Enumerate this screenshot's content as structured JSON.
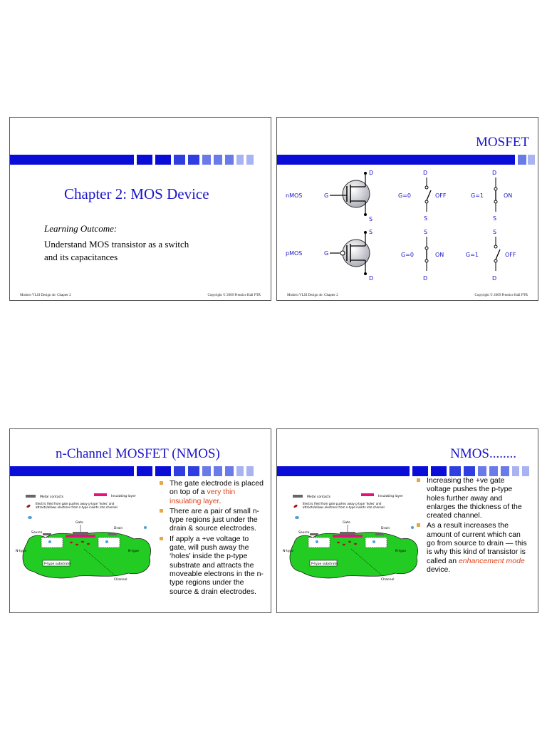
{
  "slides": [
    {
      "title": "Chapter 2: MOS Device",
      "learning_heading": "Learning Outcome:",
      "learning_line1": "Understand MOS transistor as a switch",
      "learning_line2": "and its capacitances",
      "footer_left": "Modern VLSI Design 4e: Chapter 2",
      "footer_right": "Copyright © 2009 Prentice Hall PTR"
    },
    {
      "title": "MOSFET",
      "labels": {
        "nmos": "nMOS",
        "pmos": "pMOS",
        "g": "G",
        "d": "D",
        "s": "S",
        "g0": "G=0",
        "g1": "G=1",
        "off": "OFF",
        "on": "ON"
      },
      "footer_left": "Modern VLSI Design 4e: Chapter 2",
      "footer_right": "Copyright © 2009 Prentice Hall PTR"
    },
    {
      "title": "n-Channel MOSFET (NMOS)",
      "b1_a": "The gate electrode is placed on top of a ",
      "b1_hl": "very thin insulating layer",
      "b1_b": ".",
      "b2": "There are a pair of small n-type regions just under the drain & source electrodes.",
      "b3": "If apply a +ve voltage to gate, will push away the ‘holes’ inside the p-type substrate and attracts the moveable electrons in the n-type regions under the source & drain electrodes."
    },
    {
      "title": "NMOS........",
      "b1": "Increasing the +ve gate voltage pushes the p-type holes further away and enlarges the thickness of the created channel.",
      "b2": "As a result increases the amount of current which can go from source to drain — this is why this kind of transistor is called an ",
      "b2_em": "enhancement mode",
      "b2_tail": " device."
    }
  ],
  "diagram": {
    "metal_contacts": "Metal contacts",
    "insulating_layer": "Insulating layer",
    "field_text1": "Electric field from gate pushes away p-type ‘holes’ and",
    "field_text2": "attracts/allows electrons from n-type inserts into channel.",
    "gate": "Gate",
    "source": "Source",
    "drain": "Drain",
    "ntype": "N-type",
    "ptype_substrate": "P-type substrate",
    "channel": "Channel"
  },
  "colors": {
    "title_blue": "#1a14c8",
    "bar_blue": "#0a0cd8",
    "bullet_orange": "#e6a64a",
    "highlight_red": "#e0401a",
    "substrate_green": "#22cc22",
    "insulator_pink": "#e8107a"
  }
}
